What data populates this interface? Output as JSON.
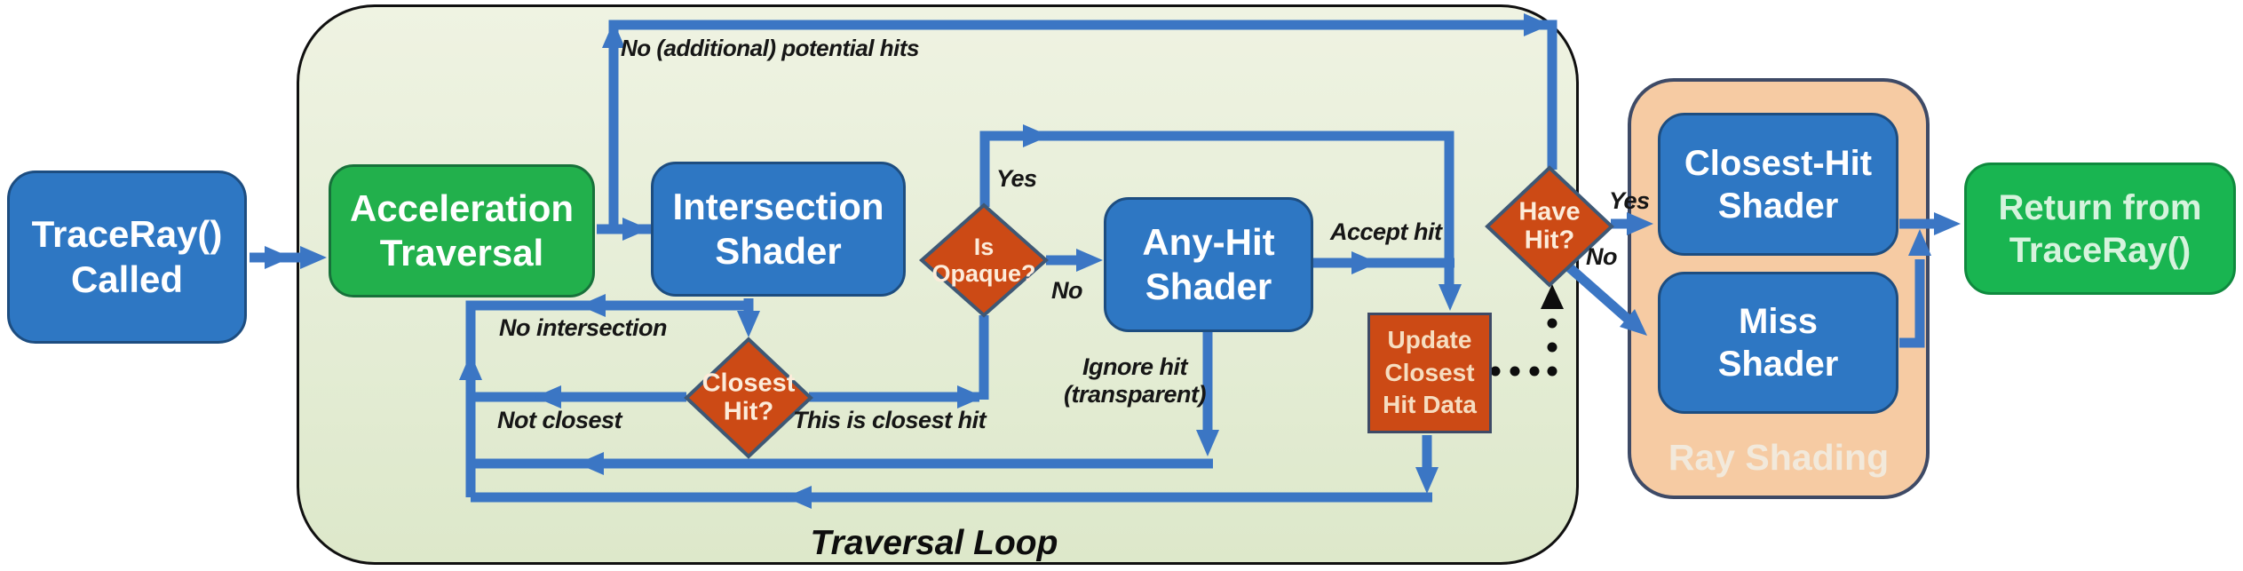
{
  "diagram": {
    "title_note": "ray tracing pipeline flowchart",
    "nodes": {
      "trace_ray": {
        "label": "TraceRay()\nCalled"
      },
      "acceleration_traversal": {
        "label": "Acceleration\nTraversal"
      },
      "intersection_shader": {
        "label": "Intersection\nShader"
      },
      "is_opaque": {
        "label": "Is\nOpaque?"
      },
      "any_hit": {
        "label": "Any-Hit\nShader"
      },
      "closest_hit_question": {
        "label": "Closest\nHit?"
      },
      "update_closest": {
        "label": "Update\nClosest\nHit Data"
      },
      "have_hit": {
        "label": "Have\nHit?"
      },
      "closest_hit_shader": {
        "label": "Closest-Hit\nShader"
      },
      "miss_shader": {
        "label": "Miss\nShader"
      },
      "return_trace_ray": {
        "label": "Return from\nTraceRay()"
      }
    },
    "containers": {
      "traversal_loop": {
        "label": "Traversal Loop"
      },
      "ray_shading": {
        "label": "Ray Shading"
      }
    },
    "edge_labels": {
      "no_potential_hits": "No (additional) potential hits",
      "opaque_yes": "Yes",
      "opaque_no": "No",
      "accept_hit": "Accept hit",
      "no_intersection": "No intersection",
      "not_closest": "Not closest",
      "this_is_closest": "This is closest hit",
      "ignore_hit": "Ignore hit\n(transparent)",
      "have_hit_yes": "Yes",
      "have_hit_no": "No"
    },
    "colors": {
      "arrow": "#3b76c4",
      "box_blue": "#2e77c3",
      "box_green": "#22b04c",
      "return_green": "#19b551",
      "orange": "#cc4a15",
      "loop_bg": "#e9efda",
      "peach": "#f6cba3",
      "label": "#161616"
    }
  }
}
